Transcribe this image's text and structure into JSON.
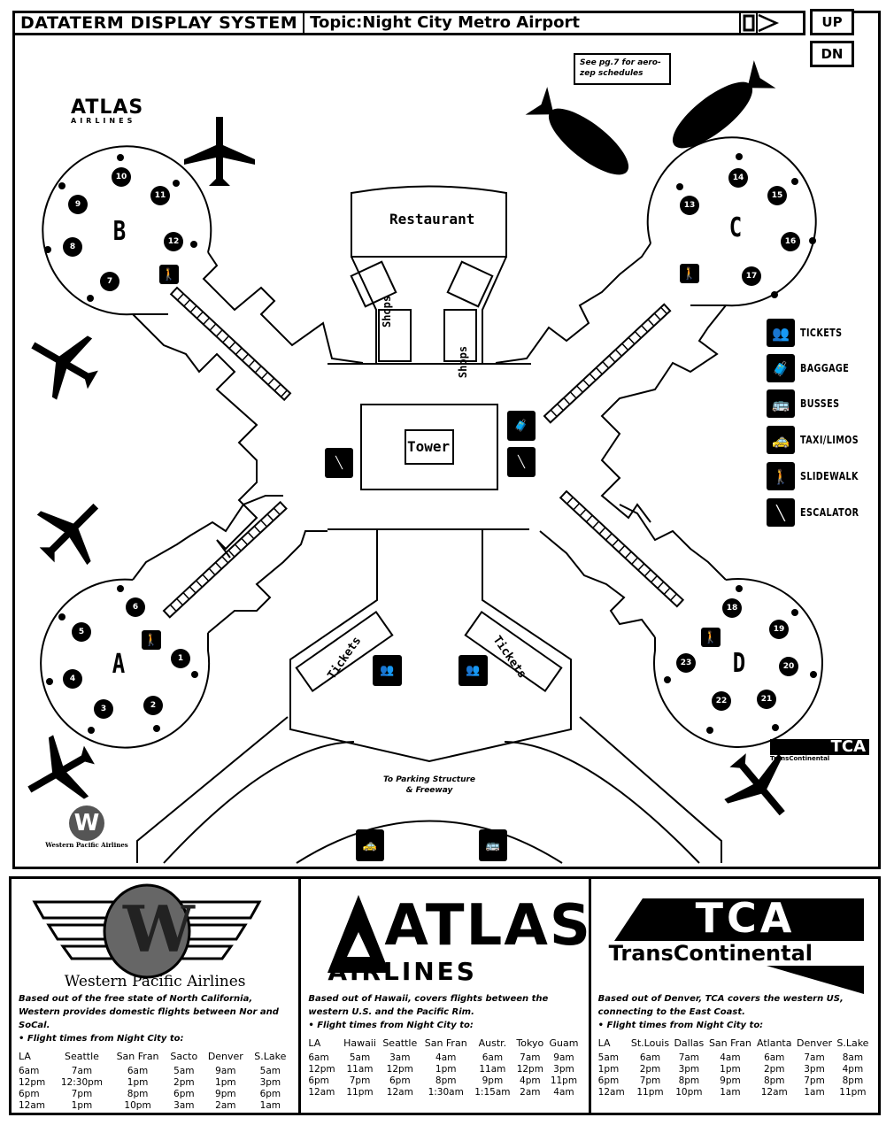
{
  "header": {
    "system_title": "DATATERM DISPLAY SYSTEM",
    "topic": "Topic:Night City Metro Airport",
    "up_label": "UP",
    "down_label": "DN",
    "nav_icon": "play-forward-icon"
  },
  "map": {
    "note": "See pg.7 for aero-zep schedules",
    "restaurant": "Restaurant",
    "shops": [
      "Shops",
      "Shops"
    ],
    "tower": "Tower",
    "tickets": [
      "Tickets",
      "Tickets"
    ],
    "parking": "To Parking Structure & Freeway",
    "concourses": [
      {
        "letter": "A",
        "gates": [
          "1",
          "2",
          "3",
          "4",
          "5",
          "6"
        ]
      },
      {
        "letter": "B",
        "gates": [
          "7",
          "8",
          "9",
          "10",
          "11",
          "12"
        ]
      },
      {
        "letter": "C",
        "gates": [
          "13",
          "14",
          "15",
          "16",
          "17"
        ]
      },
      {
        "letter": "D",
        "gates": [
          "18",
          "19",
          "20",
          "21",
          "22",
          "23"
        ]
      }
    ],
    "map_logos": {
      "atlas": "ATLAS",
      "atlas_sub": "AIRLINES",
      "tca": "TCA",
      "tca_sub": "TransContinental",
      "western": "Western Pacific Airlines"
    },
    "legend": [
      {
        "icon": "tickets-icon",
        "glyph": "👥",
        "label": "TICKETS"
      },
      {
        "icon": "baggage-icon",
        "glyph": "🧳",
        "label": "BAGGAGE"
      },
      {
        "icon": "bus-icon",
        "glyph": "🚌",
        "label": "BUSSES"
      },
      {
        "icon": "taxi-icon",
        "glyph": "🚕",
        "label": "TAXI/LIMOS"
      },
      {
        "icon": "slidewalk-icon",
        "glyph": "🚶",
        "label": "SLIDEWALK"
      },
      {
        "icon": "escalator-icon",
        "glyph": "╲",
        "label": "ESCALATOR"
      }
    ]
  },
  "airlines": [
    {
      "name": "Western Pacific Airlines",
      "logo_letter": "W",
      "description": "Based out of the free state of North California, Western provides domestic flights between Nor and SoCal.",
      "flight_intro": "• Flight times from Night City to:",
      "destinations": [
        "LA",
        "Seattle",
        "San Fran",
        "Sacto",
        "Denver",
        "S.Lake"
      ],
      "times": [
        [
          "6am",
          "7am",
          "6am",
          "5am",
          "9am",
          "5am"
        ],
        [
          "12pm",
          "12:30pm",
          "1pm",
          "2pm",
          "1pm",
          "3pm"
        ],
        [
          "6pm",
          "7pm",
          "8pm",
          "6pm",
          "9pm",
          "6pm"
        ],
        [
          "12am",
          "1pm",
          "10pm",
          "3am",
          "2am",
          "1am"
        ]
      ]
    },
    {
      "name": "ATLAS",
      "subname": "AIRLINES",
      "description": "Based out of Hawaii, covers flights between the western U.S. and the Pacific Rim.",
      "flight_intro": "• Flight times from Night City to:",
      "destinations": [
        "LA",
        "Hawaii",
        "Seattle",
        "San Fran",
        "Austr.",
        "Tokyo",
        "Guam"
      ],
      "times": [
        [
          "6am",
          "5am",
          "3am",
          "4am",
          "6am",
          "7am",
          "9am"
        ],
        [
          "12pm",
          "11am",
          "12pm",
          "1pm",
          "11am",
          "12pm",
          "3pm"
        ],
        [
          "6pm",
          "7pm",
          "6pm",
          "8pm",
          "9pm",
          "4pm",
          "11pm"
        ],
        [
          "12am",
          "11pm",
          "12am",
          "1:30am",
          "1:15am",
          "2am",
          "4am"
        ]
      ]
    },
    {
      "name": "TCA",
      "subname": "TransContinental",
      "description": "Based out of Denver, TCA covers the western US, connecting to the East Coast.",
      "flight_intro": "• Flight times from Night City to:",
      "destinations": [
        "LA",
        "St.Louis",
        "Dallas",
        "San Fran",
        "Atlanta",
        "Denver",
        "S.Lake"
      ],
      "times": [
        [
          "5am",
          "6am",
          "7am",
          "4am",
          "6am",
          "7am",
          "8am"
        ],
        [
          "1pm",
          "2pm",
          "3pm",
          "1pm",
          "2pm",
          "3pm",
          "4pm"
        ],
        [
          "6pm",
          "7pm",
          "8pm",
          "9pm",
          "8pm",
          "7pm",
          "8pm"
        ],
        [
          "12am",
          "11pm",
          "10pm",
          "1am",
          "12am",
          "1am",
          "11pm"
        ]
      ]
    }
  ]
}
